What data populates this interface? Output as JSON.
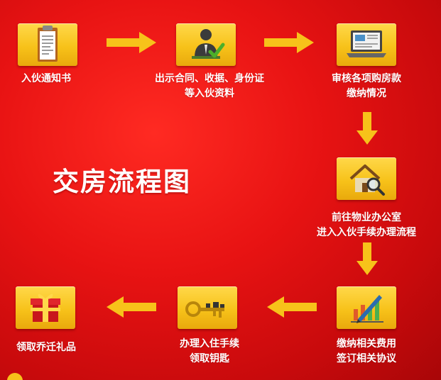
{
  "title": "交房流程图",
  "steps": [
    {
      "icon": "clipboard-icon",
      "lines": [
        "入伙通知书"
      ]
    },
    {
      "icon": "person-check-icon",
      "lines": [
        "出示合同、收据、身份证",
        "等入伙资料"
      ]
    },
    {
      "icon": "laptop-icon",
      "lines": [
        "审核各项购房款",
        "缴纳情况"
      ]
    },
    {
      "icon": "house-search-icon",
      "lines": [
        "前往物业办公室",
        "进入入伙手续办理流程"
      ]
    },
    {
      "icon": "pen-chart-icon",
      "lines": [
        "缴纳相关费用",
        "签订相关协议"
      ]
    },
    {
      "icon": "key-icon",
      "lines": [
        "办理入住手续",
        "领取钥匙"
      ]
    },
    {
      "icon": "gift-box-icon",
      "lines": [
        "领取乔迁礼品"
      ]
    }
  ],
  "colors": {
    "background": "#d90f10",
    "tile": "#f7c21a",
    "arrow": "#f7c21a",
    "text": "#ffffff"
  }
}
